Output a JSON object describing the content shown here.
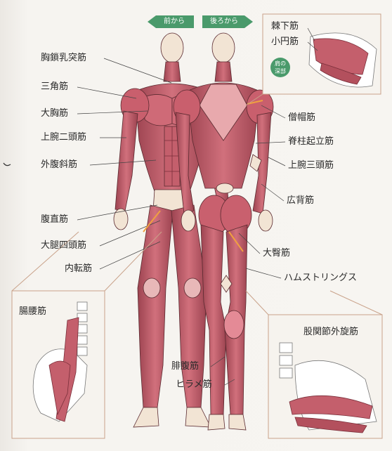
{
  "tags": {
    "front": "前から",
    "back": "後ろから"
  },
  "badge": "肩の\n深部",
  "left_labels": [
    "胸鎖乳突筋",
    "三角筋",
    "大胸筋",
    "上腕二頭筋",
    "外腹斜筋",
    "腹直筋",
    "大腿四頭筋",
    "内転筋"
  ],
  "right_labels": [
    "僧帽筋",
    "脊柱起立筋",
    "上腕三頭筋",
    "広背筋",
    "大臀筋",
    "ハムストリングス"
  ],
  "bottom_labels": [
    "腓腹筋",
    "ヒラメ筋"
  ],
  "insets": {
    "iliopsoas": "腸腰筋",
    "shoulder_1": "棘下筋",
    "shoulder_2": "小円筋",
    "hip_rotators": "股関節外旋筋"
  },
  "colors": {
    "muscle": "#c5616e",
    "muscle_dark": "#8e3a47",
    "skin": "#f2e4d4",
    "accent": "#4a9a6b",
    "pointer": "#f0a040",
    "box": "#c9a28a"
  }
}
